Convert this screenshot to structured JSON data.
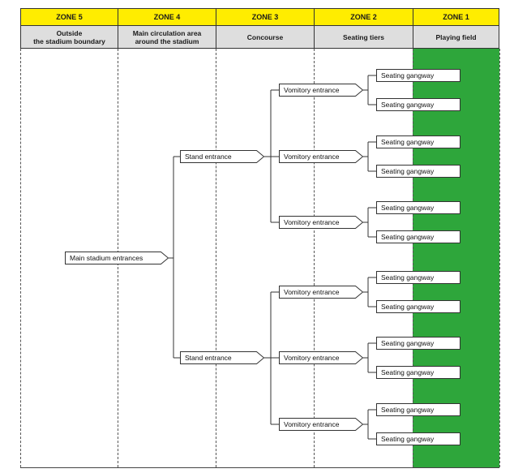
{
  "zones": [
    {
      "header": "ZONE 5",
      "label": "Outside\nthe stadium boundary"
    },
    {
      "header": "ZONE 4",
      "label": "Main circulation area\naround the stadium"
    },
    {
      "header": "ZONE 3",
      "label": "Concourse"
    },
    {
      "header": "ZONE 2",
      "label": "Seating tiers"
    },
    {
      "header": "ZONE 1",
      "label": "Playing field"
    }
  ],
  "colors": {
    "header_fill": "#ffed00",
    "subheader_fill": "#dedede",
    "playing_field": "#2ea63b"
  },
  "nodes": {
    "main_entrance": "Main stadium entrances",
    "stand_entrances": [
      "Stand entrance",
      "Stand entrance"
    ],
    "vomitory_entrances": [
      "Vomitory entrance",
      "Vomitory entrance",
      "Vomitory entrance",
      "Vomitory entrance",
      "Vomitory entrance",
      "Vomitory entrance"
    ],
    "seating_gangways": [
      "Seating gangway",
      "Seating gangway",
      "Seating gangway",
      "Seating gangway",
      "Seating gangway",
      "Seating gangway",
      "Seating gangway",
      "Seating gangway",
      "Seating gangway",
      "Seating gangway",
      "Seating gangway",
      "Seating gangway"
    ]
  }
}
